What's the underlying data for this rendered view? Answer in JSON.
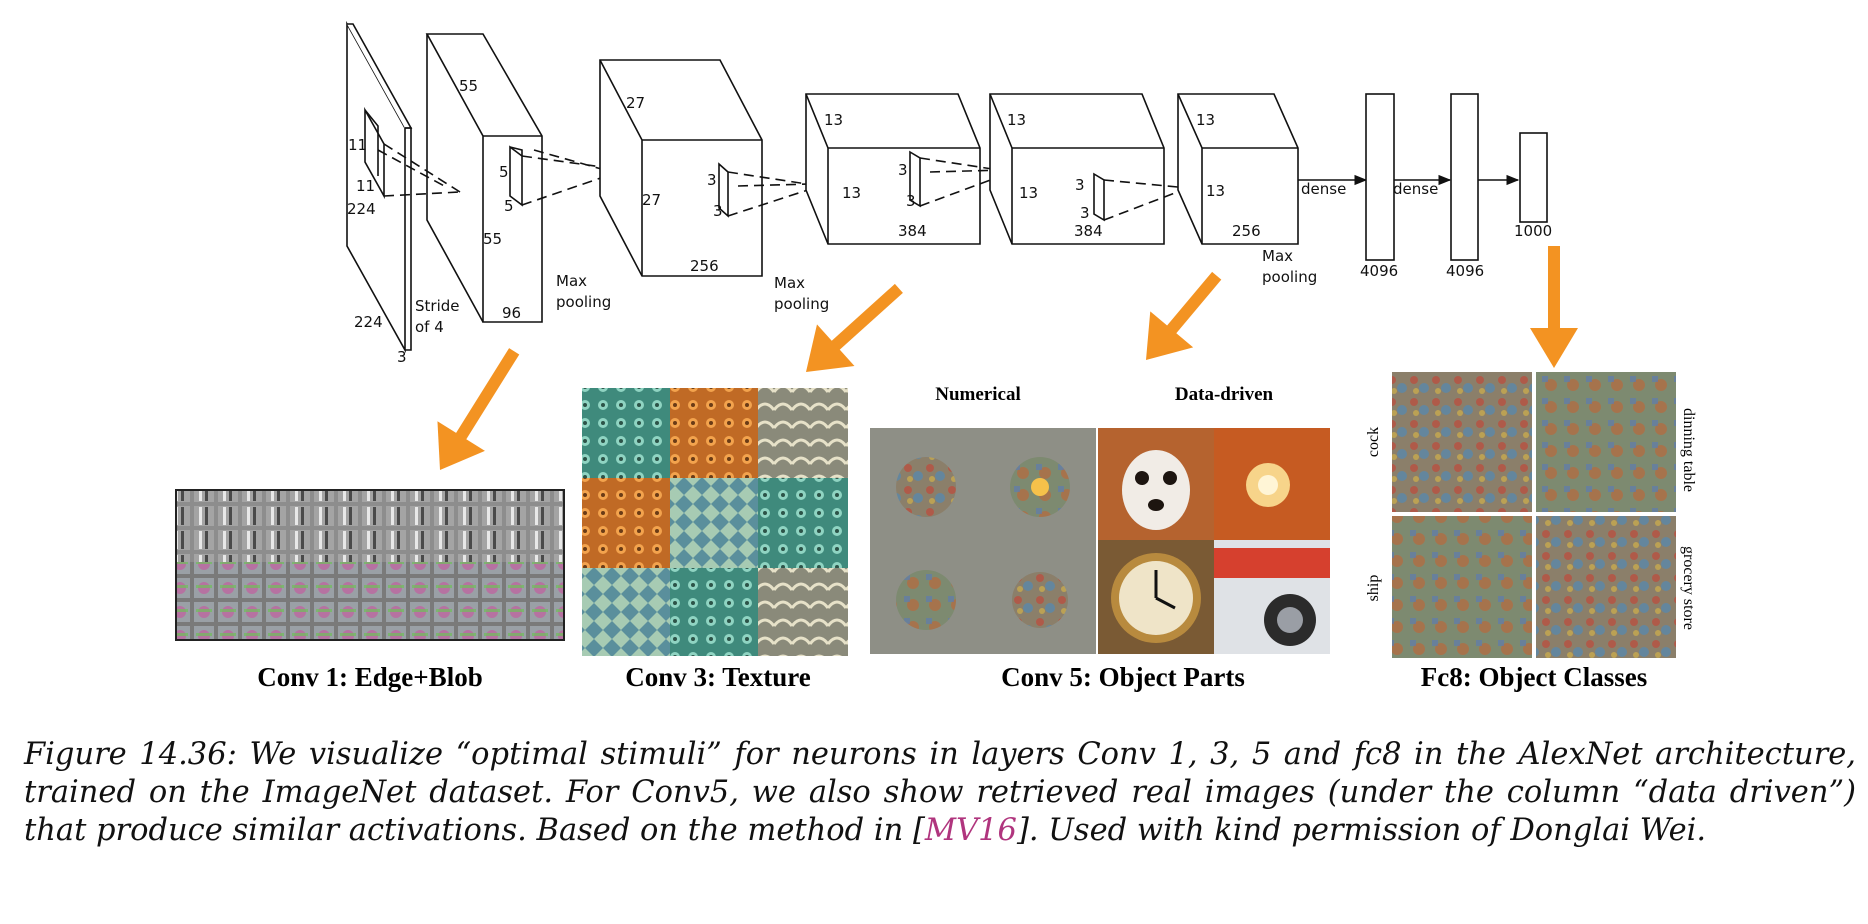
{
  "network": {
    "input": {
      "size_top": "11",
      "size_mid": "11",
      "h": "224",
      "w": "224",
      "d": "3"
    },
    "conv1": {
      "h": "55",
      "w": "55",
      "d": "96",
      "k1": "5",
      "k2": "5",
      "stride_line1": "Stride",
      "stride_line2": "of 4"
    },
    "pool1": {
      "line1": "Max",
      "line2": "pooling"
    },
    "conv2": {
      "h": "27",
      "w": "27",
      "d": "256",
      "k1": "3",
      "k2": "3"
    },
    "pool2": {
      "line1": "Max",
      "line2": "pooling"
    },
    "conv3": {
      "h": "13",
      "w": "13",
      "d": "384",
      "k1": "3",
      "k2": "3"
    },
    "conv4": {
      "h": "13",
      "w": "13",
      "d": "384",
      "k1": "3",
      "k2": "3"
    },
    "conv5": {
      "h": "13",
      "w": "13",
      "d": "256"
    },
    "pool3": {
      "line1": "Max",
      "line2": "pooling"
    },
    "dense1": {
      "label": "dense",
      "size": "4096"
    },
    "dense2": {
      "label": "dense",
      "size": "4096"
    },
    "output": {
      "size": "1000"
    }
  },
  "panels": {
    "conv1": {
      "title": "Conv 1: Edge+Blob"
    },
    "conv3": {
      "title": "Conv 3: Texture"
    },
    "conv5": {
      "title": "Conv 5: Object Parts",
      "col1": "Numerical",
      "col2": "Data-driven"
    },
    "fc8": {
      "title": "Fc8: Object Classes",
      "labels": [
        "cock",
        "dinning table",
        "ship",
        "grocery store"
      ]
    }
  },
  "caption": {
    "prefix": "Figure 14.36:  We visualize “optimal stimuli” for neurons in layers Conv 1, 3, 5 and fc8 in the AlexNet architecture, trained on the ImageNet dataset.  For Conv5, we also show retrieved real images (under the column “data driven”) that produce similar activations.  Based on the method in [",
    "cite": "MV16",
    "suffix": "].  Used with kind permission of Donglai Wei."
  },
  "colors": {
    "arrow": "#f39322",
    "citation": "#b0357e"
  }
}
